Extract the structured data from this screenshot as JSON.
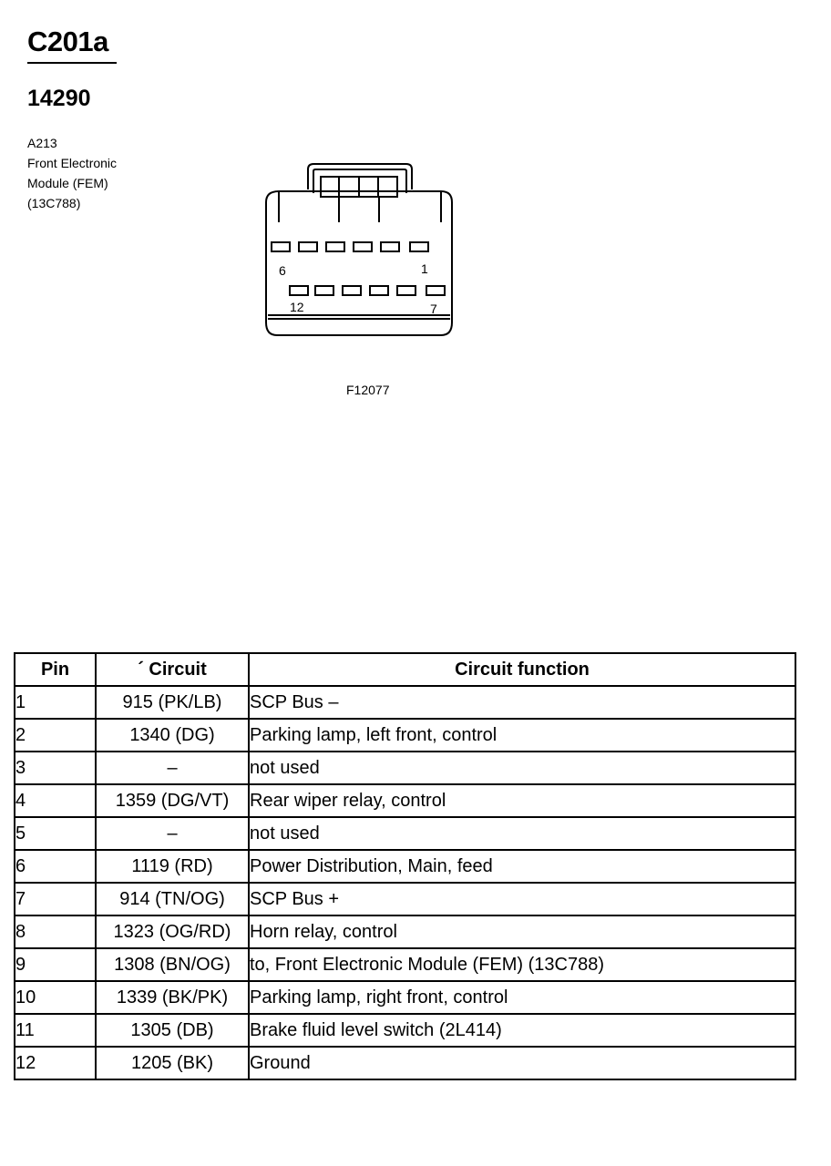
{
  "connector": {
    "id": "C201a",
    "part_number": "14290"
  },
  "component": {
    "code": "A213",
    "name_line1": "Front Electronic",
    "name_line2": "Module (FEM)",
    "part": "(13C788)"
  },
  "diagram": {
    "pin_top_left": "6",
    "pin_top_right": "1",
    "pin_bottom_left": "12",
    "pin_bottom_right": "7",
    "figure_id": "F12077"
  },
  "table": {
    "headers": {
      "pin": "Pin",
      "circuit": "´ Circuit",
      "function": "Circuit function"
    },
    "rows": [
      {
        "pin": "1",
        "circuit": "915 (PK/LB)",
        "function": "SCP Bus –"
      },
      {
        "pin": "2",
        "circuit": "1340 (DG)",
        "function": "Parking lamp, left front, control"
      },
      {
        "pin": "3",
        "circuit": "–",
        "function": "not used"
      },
      {
        "pin": "4",
        "circuit": "1359 (DG/VT)",
        "function": "Rear wiper relay, control"
      },
      {
        "pin": "5",
        "circuit": "–",
        "function": "not used"
      },
      {
        "pin": "6",
        "circuit": "1119 (RD)",
        "function": "Power Distribution, Main, feed"
      },
      {
        "pin": "7",
        "circuit": "914 (TN/OG)",
        "function": "SCP Bus +"
      },
      {
        "pin": "8",
        "circuit": "1323 (OG/RD)",
        "function": "Horn relay, control"
      },
      {
        "pin": "9",
        "circuit": "1308 (BN/OG)",
        "function": "to, Front Electronic Module (FEM) (13C788)"
      },
      {
        "pin": "10",
        "circuit": "1339 (BK/PK)",
        "function": "Parking lamp, right front, control"
      },
      {
        "pin": "11",
        "circuit": "1305 (DB)",
        "function": "Brake fluid level switch (2L414)"
      },
      {
        "pin": "12",
        "circuit": "1205 (BK)",
        "function": "Ground"
      }
    ]
  }
}
